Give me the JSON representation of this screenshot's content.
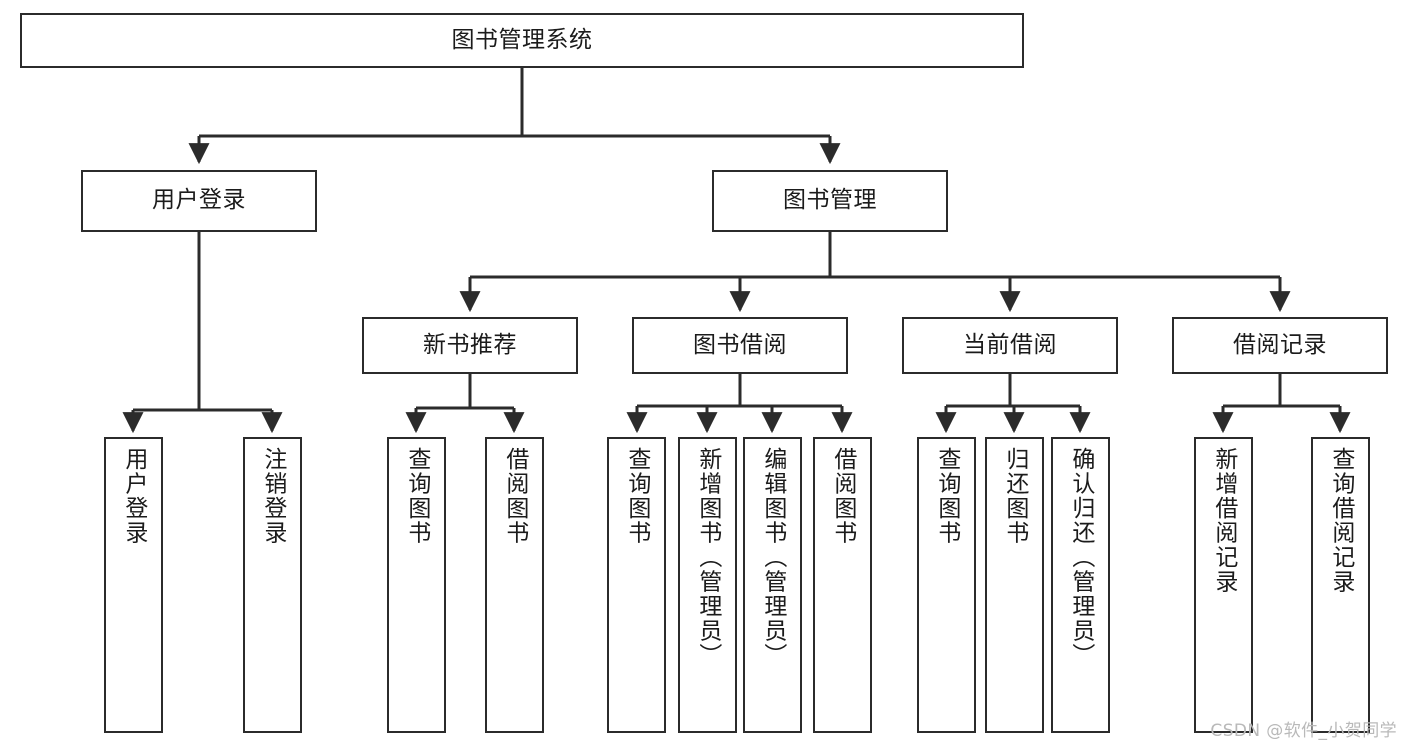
{
  "diagram": {
    "title": "图书管理系统",
    "type": "tree-hierarchy-diagram",
    "colors": {
      "box_border": "#2b2b2b",
      "box_fill": "#ffffff",
      "connector": "#2b2b2b",
      "text": "#1b1b1b",
      "watermark": "#b9b9b9",
      "background": "#ffffff"
    },
    "root": {
      "label": "图书管理系统"
    },
    "level2": [
      {
        "id": "user-login",
        "label": "用户登录"
      },
      {
        "id": "book-management",
        "label": "图书管理"
      }
    ],
    "level3": [
      {
        "id": "new-book-recommend",
        "label": "新书推荐",
        "parent": "book-management"
      },
      {
        "id": "book-borrow",
        "label": "图书借阅",
        "parent": "book-management"
      },
      {
        "id": "current-borrow",
        "label": "当前借阅",
        "parent": "book-management"
      },
      {
        "id": "borrow-record",
        "label": "借阅记录",
        "parent": "book-management"
      }
    ],
    "leaves": {
      "user_login": [
        {
          "id": "leaf-user-login",
          "label": "用户登录"
        },
        {
          "id": "leaf-logout-login",
          "label": "注销登录"
        }
      ],
      "new_book_recommend": [
        {
          "id": "leaf-query-book-1",
          "label": "查询图书"
        },
        {
          "id": "leaf-borrow-book-1",
          "label": "借阅图书"
        }
      ],
      "book_borrow": [
        {
          "id": "leaf-query-book-2",
          "label": "查询图书"
        },
        {
          "id": "leaf-add-book",
          "label": "新增图书（管理员）"
        },
        {
          "id": "leaf-edit-book",
          "label": "编辑图书（管理员）"
        },
        {
          "id": "leaf-borrow-book-2",
          "label": "借阅图书"
        }
      ],
      "current_borrow": [
        {
          "id": "leaf-query-book-3",
          "label": "查询图书"
        },
        {
          "id": "leaf-return-book",
          "label": "归还图书"
        },
        {
          "id": "leaf-confirm-return",
          "label": "确认归还（管理员）"
        }
      ],
      "borrow_record": [
        {
          "id": "leaf-add-borrow-record",
          "label": "新增借阅记录"
        },
        {
          "id": "leaf-query-borrow-record",
          "label": "查询借阅记录"
        }
      ]
    },
    "watermark": "CSDN @软件_小贺同学"
  }
}
